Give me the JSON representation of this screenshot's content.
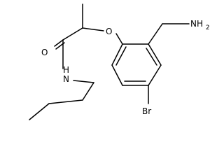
{
  "molecule": {
    "atom_labels": {
      "oxygen_ether": "O",
      "oxygen_carbonyl": "O",
      "nitrogen_amide": "N",
      "hydrogen_amide": "H",
      "amine": "NH",
      "amine_subscript": "2",
      "bromine": "Br"
    }
  }
}
